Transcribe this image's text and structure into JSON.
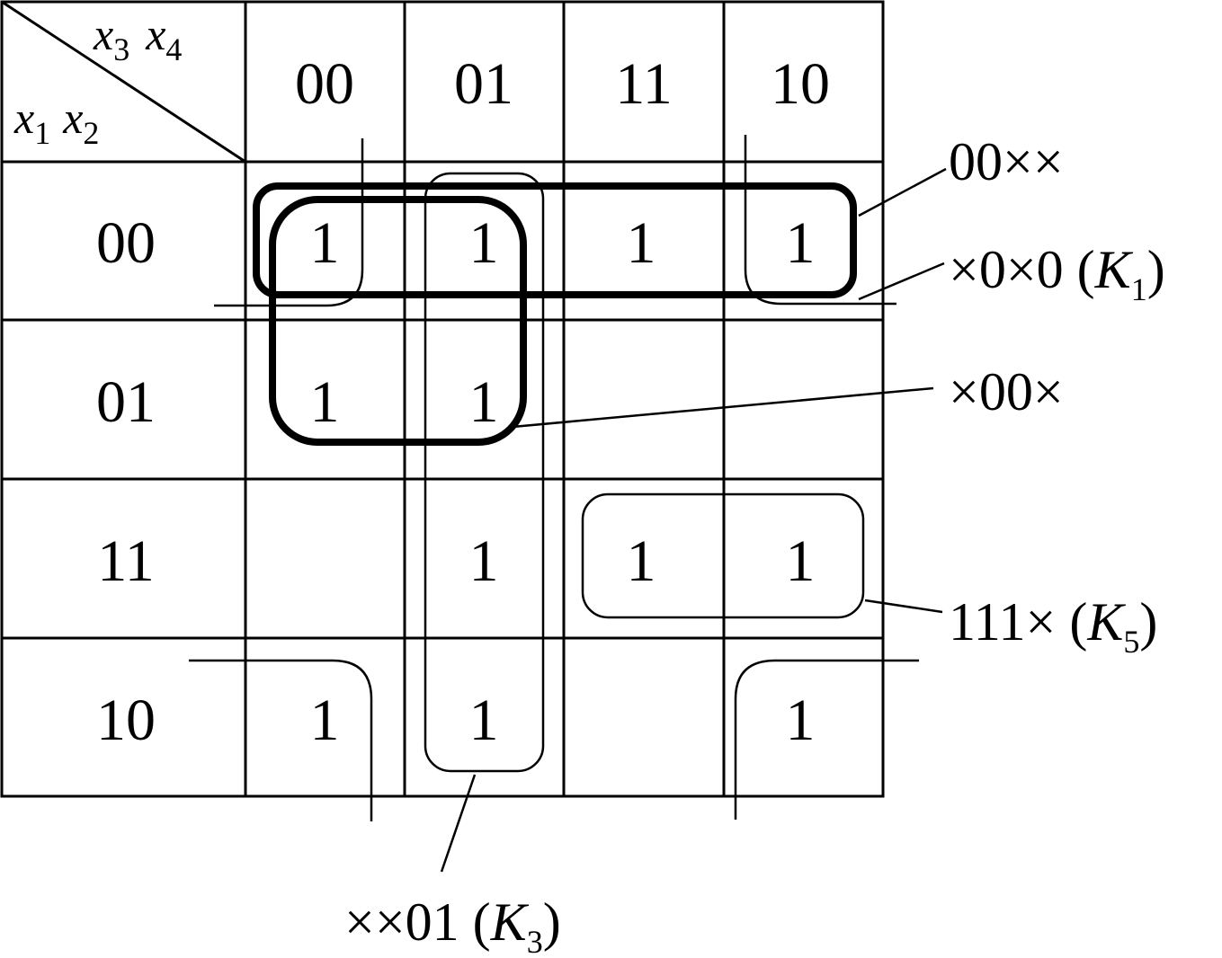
{
  "corner": {
    "top_var1": "x",
    "top_sub1": "3",
    "top_var2": "x",
    "top_sub2": "4",
    "left_var1": "x",
    "left_sub1": "1",
    "left_var2": "x",
    "left_sub2": "2"
  },
  "col_headers": [
    "00",
    "01",
    "11",
    "10"
  ],
  "row_headers": [
    "00",
    "01",
    "11",
    "10"
  ],
  "cells": [
    [
      "1",
      "1",
      "1",
      "1"
    ],
    [
      "1",
      "1",
      "",
      ""
    ],
    [
      "",
      "1",
      "1",
      "1"
    ],
    [
      "1",
      "1",
      "",
      "1"
    ]
  ],
  "labels": {
    "group_00xx": "00××",
    "group_x0x0_prefix": "×0×0 (",
    "group_x0x0_k": "K",
    "group_x0x0_sub": "1",
    "group_x0x0_suffix": ")",
    "group_x00x": "×00×",
    "group_111x_prefix": "111× (",
    "group_111x_k": "K",
    "group_111x_sub": "5",
    "group_111x_suffix": ")",
    "group_xx01_prefix": "××01 (",
    "group_xx01_k": "K",
    "group_xx01_sub": "3",
    "group_xx01_suffix": ")"
  }
}
